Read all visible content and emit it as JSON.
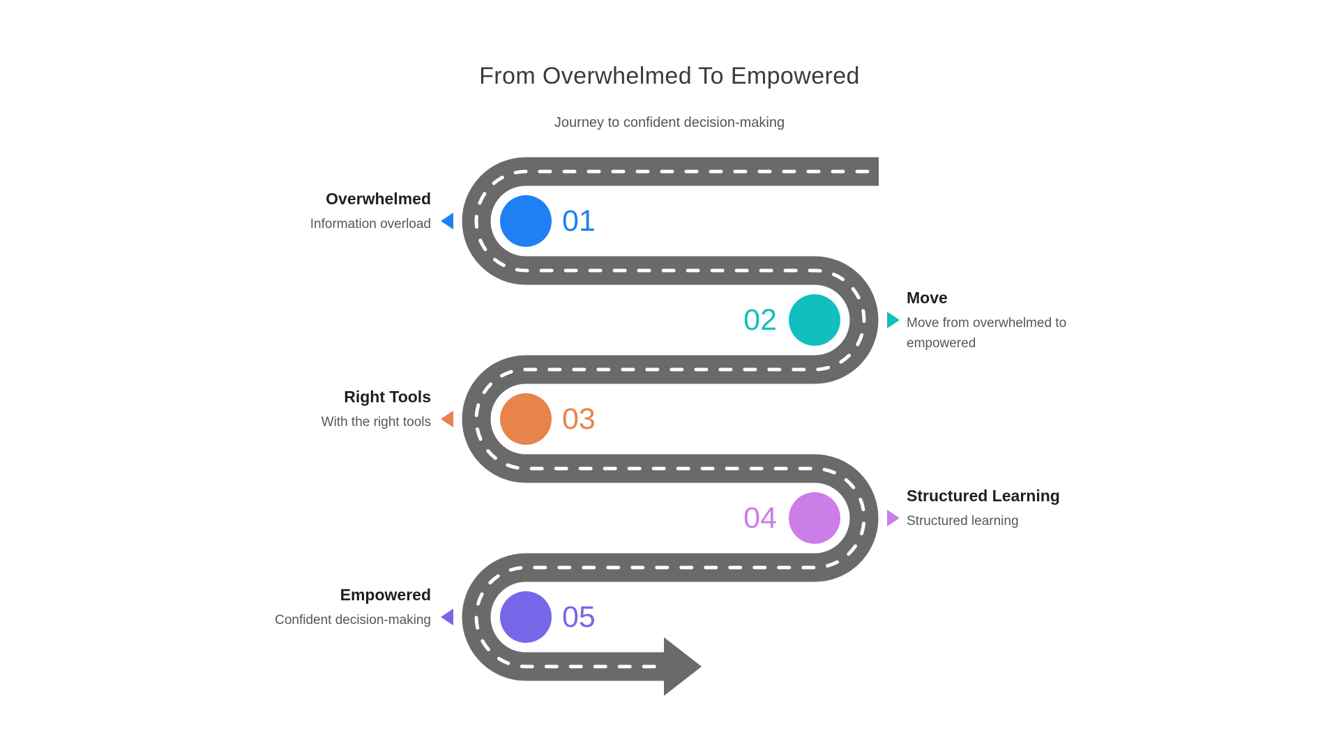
{
  "header": {
    "title": "From Overwhelmed To Empowered",
    "subtitle": "Journey to confident decision-making"
  },
  "road": {
    "surface_color": "#6a6a6a",
    "lane_marking_color": "#ffffff"
  },
  "milestones": [
    {
      "number": "01",
      "title": "Overwhelmed",
      "description": "Information overload",
      "color": "#1e80f2",
      "side": "left"
    },
    {
      "number": "02",
      "title": "Move",
      "description": "Move from overwhelmed to empowered",
      "color": "#12bfc0",
      "side": "right"
    },
    {
      "number": "03",
      "title": "Right Tools",
      "description": "With the right tools",
      "color": "#e8834c",
      "side": "left"
    },
    {
      "number": "04",
      "title": "Structured Learning",
      "description": "Structured learning",
      "color": "#cb7de8",
      "side": "right"
    },
    {
      "number": "05",
      "title": "Empowered",
      "description": "Confident decision-making",
      "color": "#7666e8",
      "side": "left"
    }
  ]
}
